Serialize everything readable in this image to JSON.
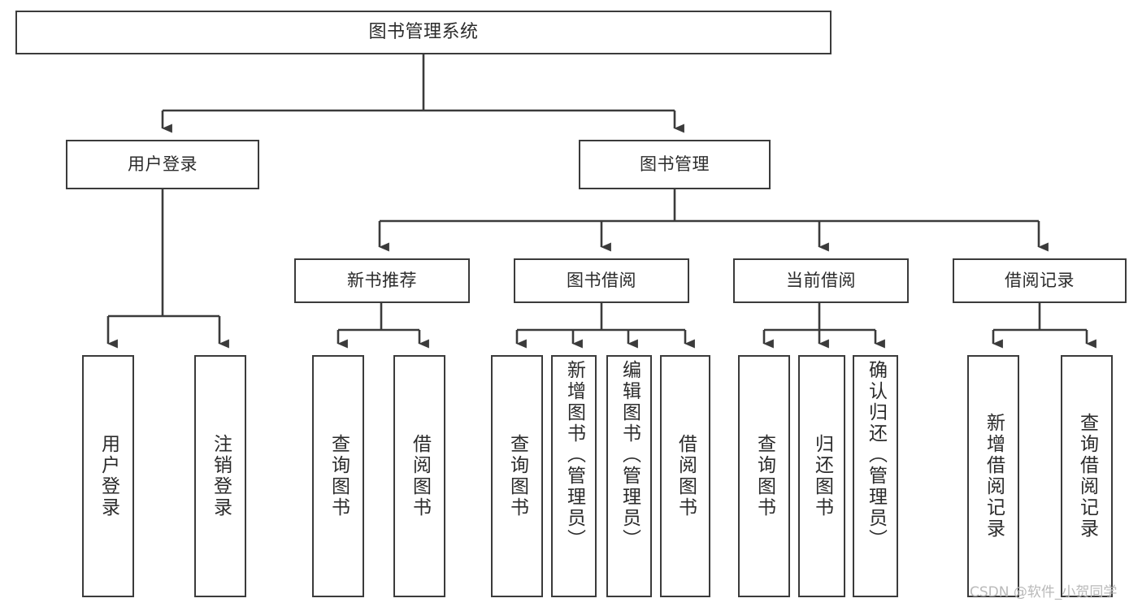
{
  "diagram": {
    "title": "图书管理系统",
    "type": "tree",
    "orientation": "top-down",
    "watermark": "CSDN @软件_小贺同学",
    "colors": {
      "background": "#ffffff",
      "node_border": "#3b3b3b",
      "node_fill": "#ffffff",
      "edge": "#3b3b3b",
      "text": "#2b2b2b",
      "watermark": "#b9b9b9"
    },
    "nodes": [
      {
        "id": "root",
        "label": "图书管理系统",
        "level": 0,
        "orient": "horizontal"
      },
      {
        "id": "login",
        "label": "用户登录",
        "level": 1,
        "orient": "horizontal",
        "parent": "root"
      },
      {
        "id": "bookmgmt",
        "label": "图书管理",
        "level": 1,
        "orient": "horizontal",
        "parent": "root"
      },
      {
        "id": "newrec",
        "label": "新书推荐",
        "level": 2,
        "orient": "horizontal",
        "parent": "bookmgmt"
      },
      {
        "id": "borrow",
        "label": "图书借阅",
        "level": 2,
        "orient": "horizontal",
        "parent": "bookmgmt"
      },
      {
        "id": "current",
        "label": "当前借阅",
        "level": 2,
        "orient": "horizontal",
        "parent": "bookmgmt"
      },
      {
        "id": "records",
        "label": "借阅记录",
        "level": 2,
        "orient": "horizontal",
        "parent": "bookmgmt"
      },
      {
        "id": "leaf-login-1",
        "label": "用户登录",
        "level": 2,
        "orient": "vertical",
        "parent": "login"
      },
      {
        "id": "leaf-login-2",
        "label": "注销登录",
        "level": 2,
        "orient": "vertical",
        "parent": "login"
      },
      {
        "id": "leaf-new-1",
        "label": "查询图书",
        "level": 3,
        "orient": "vertical",
        "parent": "newrec"
      },
      {
        "id": "leaf-new-2",
        "label": "借阅图书",
        "level": 3,
        "orient": "vertical",
        "parent": "newrec"
      },
      {
        "id": "leaf-bor-1",
        "label": "查询图书",
        "level": 3,
        "orient": "vertical",
        "parent": "borrow"
      },
      {
        "id": "leaf-bor-2",
        "label": "新增图书（管理员）",
        "level": 3,
        "orient": "vertical",
        "parent": "borrow"
      },
      {
        "id": "leaf-bor-3",
        "label": "编辑图书（管理员）",
        "level": 3,
        "orient": "vertical",
        "parent": "borrow"
      },
      {
        "id": "leaf-bor-4",
        "label": "借阅图书",
        "level": 3,
        "orient": "vertical",
        "parent": "borrow"
      },
      {
        "id": "leaf-cur-1",
        "label": "查询图书",
        "level": 3,
        "orient": "vertical",
        "parent": "current"
      },
      {
        "id": "leaf-cur-2",
        "label": "归还图书",
        "level": 3,
        "orient": "vertical",
        "parent": "current"
      },
      {
        "id": "leaf-cur-3",
        "label": "确认归还（管理员）",
        "level": 3,
        "orient": "vertical",
        "parent": "current"
      },
      {
        "id": "leaf-rec-1",
        "label": "新增借阅记录",
        "level": 3,
        "orient": "vertical",
        "parent": "records"
      },
      {
        "id": "leaf-rec-2",
        "label": "查询借阅记录",
        "level": 3,
        "orient": "vertical",
        "parent": "records"
      }
    ],
    "edges": [
      {
        "from": "root",
        "to": "login"
      },
      {
        "from": "root",
        "to": "bookmgmt"
      },
      {
        "from": "login",
        "to": "leaf-login-1"
      },
      {
        "from": "login",
        "to": "leaf-login-2"
      },
      {
        "from": "bookmgmt",
        "to": "newrec"
      },
      {
        "from": "bookmgmt",
        "to": "borrow"
      },
      {
        "from": "bookmgmt",
        "to": "current"
      },
      {
        "from": "bookmgmt",
        "to": "records"
      },
      {
        "from": "newrec",
        "to": "leaf-new-1"
      },
      {
        "from": "newrec",
        "to": "leaf-new-2"
      },
      {
        "from": "borrow",
        "to": "leaf-bor-1"
      },
      {
        "from": "borrow",
        "to": "leaf-bor-2"
      },
      {
        "from": "borrow",
        "to": "leaf-bor-3"
      },
      {
        "from": "borrow",
        "to": "leaf-bor-4"
      },
      {
        "from": "current",
        "to": "leaf-cur-1"
      },
      {
        "from": "current",
        "to": "leaf-cur-2"
      },
      {
        "from": "current",
        "to": "leaf-cur-3"
      },
      {
        "from": "records",
        "to": "leaf-rec-1"
      },
      {
        "from": "records",
        "to": "leaf-rec-2"
      }
    ]
  }
}
